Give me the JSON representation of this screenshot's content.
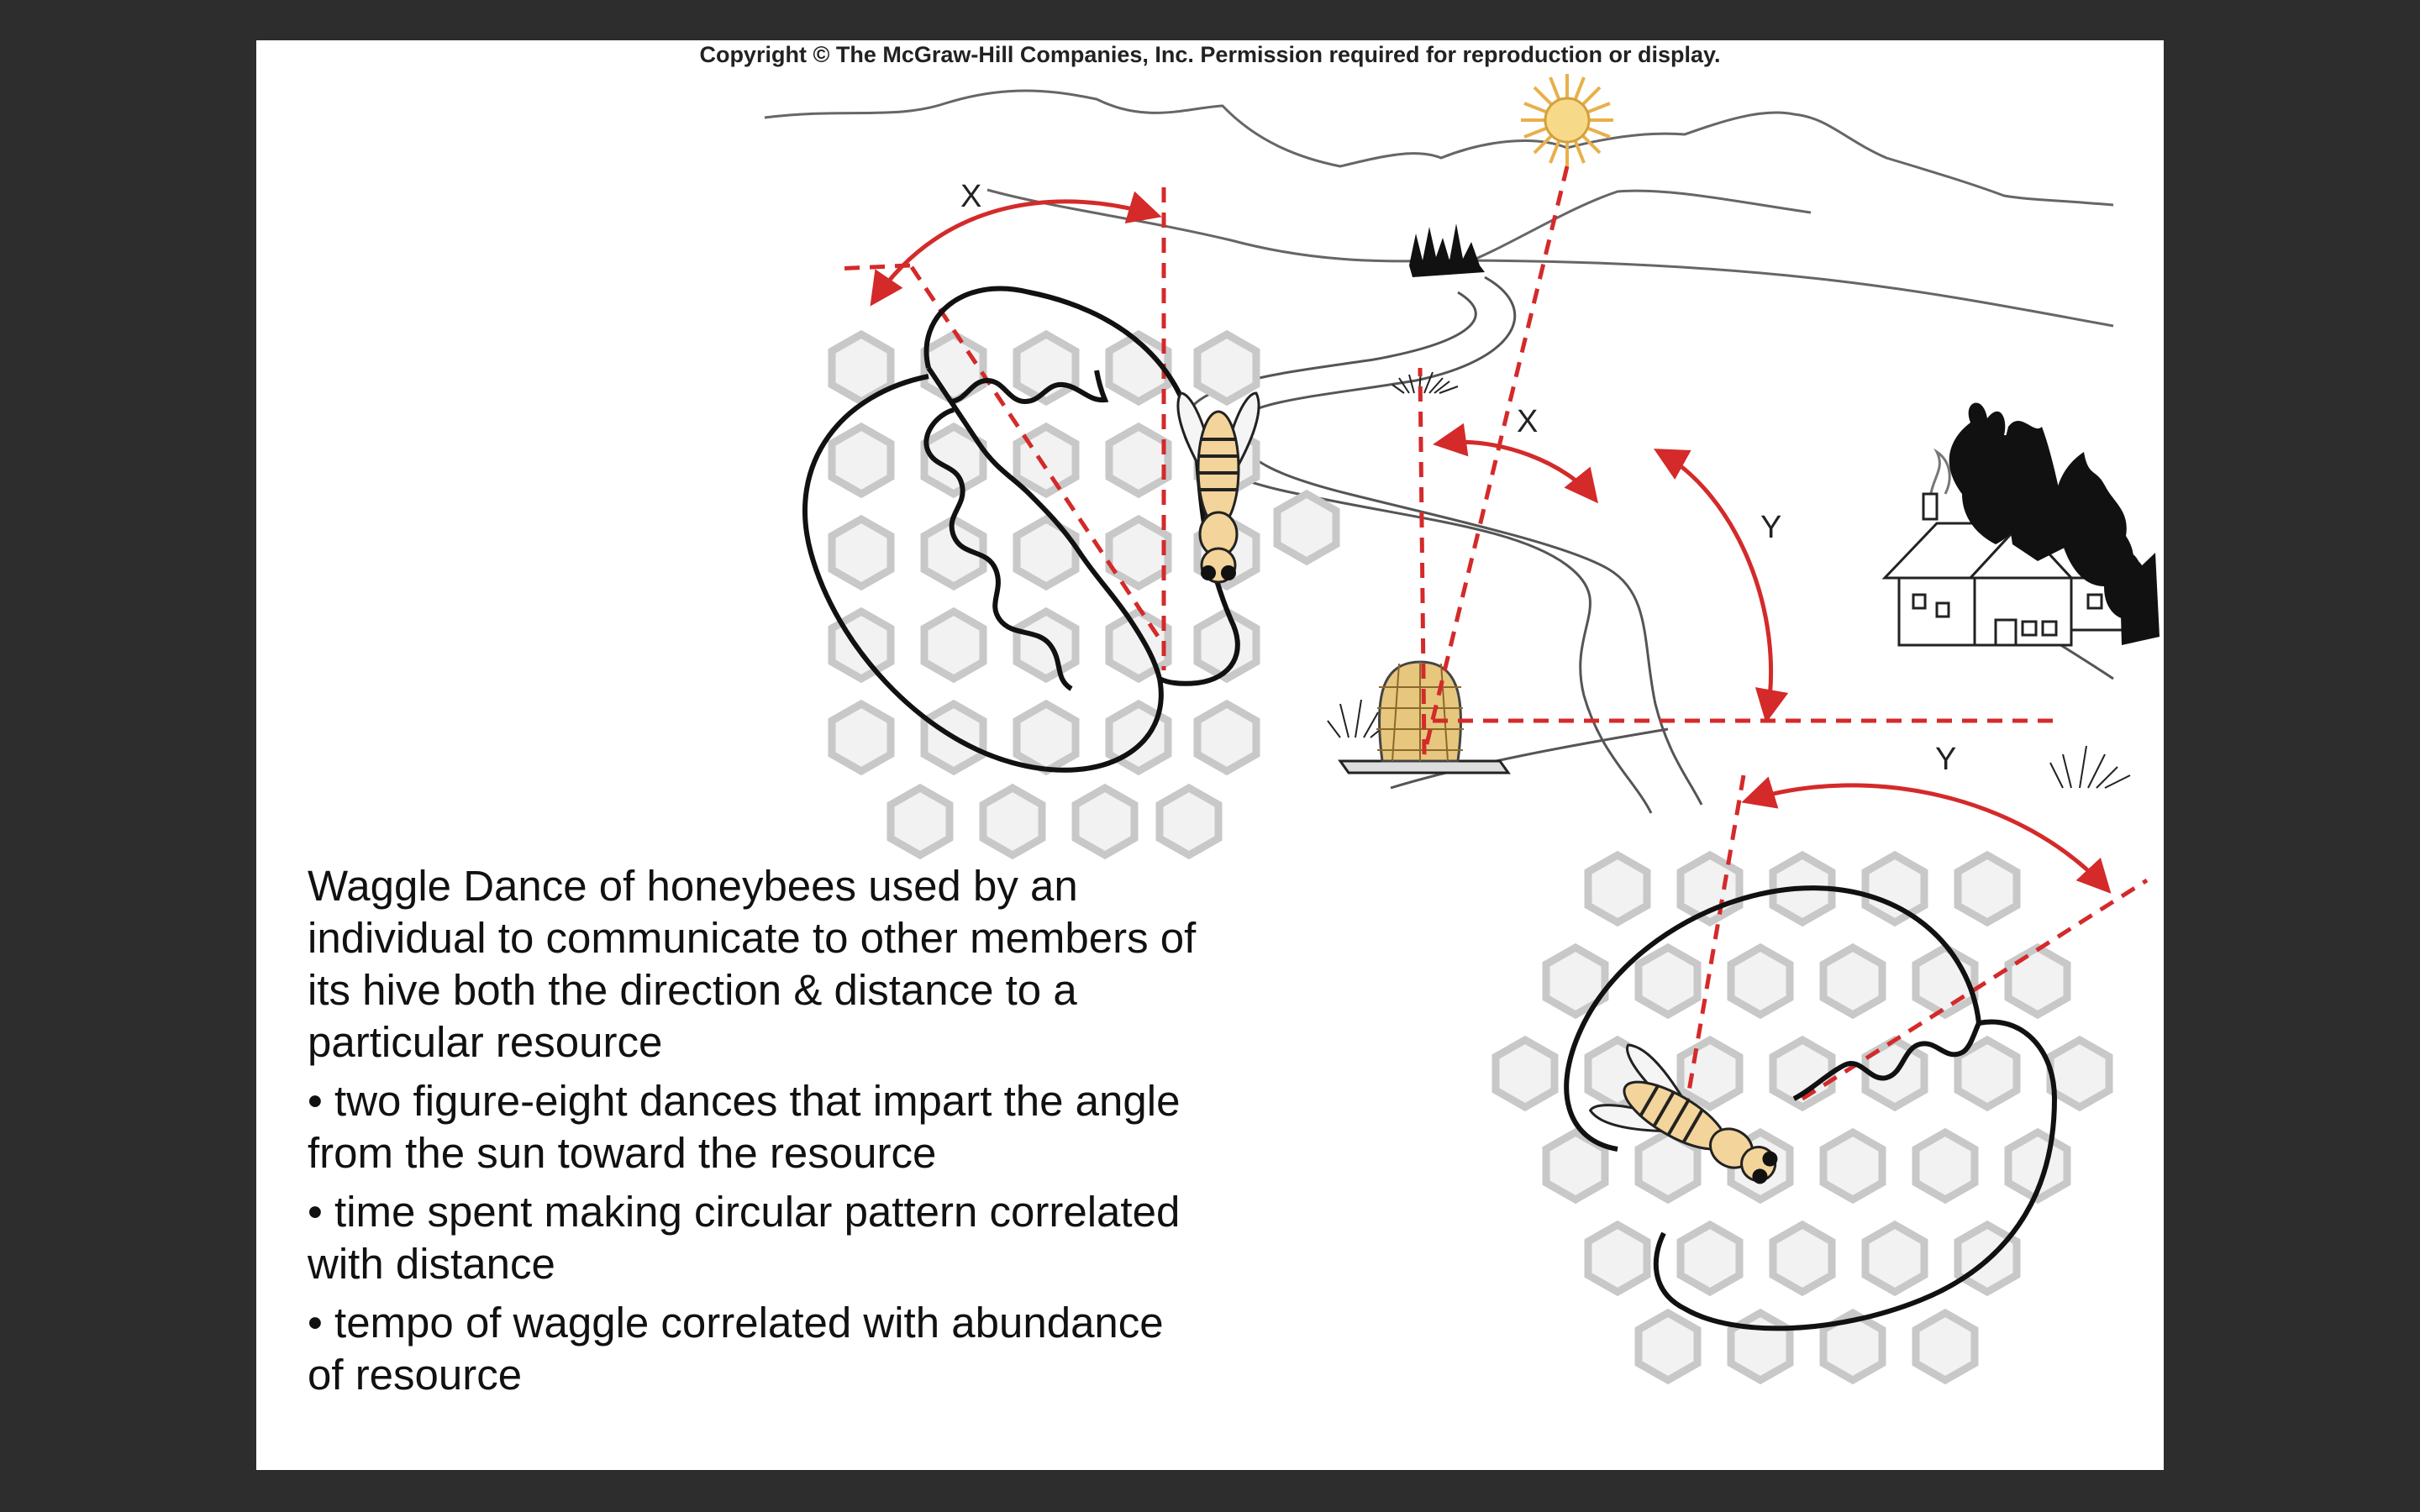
{
  "copyright": "Copyright © The McGraw-Hill Companies, Inc. Permission required for reproduction or display.",
  "labels": {
    "x_left": "X",
    "x_center": "X",
    "y_center": "Y",
    "y_right": "Y"
  },
  "icons": [
    "sun-icon",
    "beehive-icon",
    "house-icon",
    "honeybee-icon",
    "honeycomb-icon",
    "mountains-icon",
    "trees-icon"
  ],
  "colors": {
    "angle_lines": "#d42a2a",
    "dance_path": "#111111",
    "comb": "#c8c8c8",
    "bee_body": "#f3d49a",
    "sun": "#f0c060"
  },
  "caption": {
    "intro": "Waggle Dance of honeybees used by an individual to communicate to other members of its hive both the direction & distance to a particular resource",
    "bullets": [
      "• two figure-eight dances that impart the angle from the sun toward the resource",
      "• time spent making circular pattern correlated with distance",
      "• tempo of waggle correlated with abundance of resource"
    ]
  }
}
